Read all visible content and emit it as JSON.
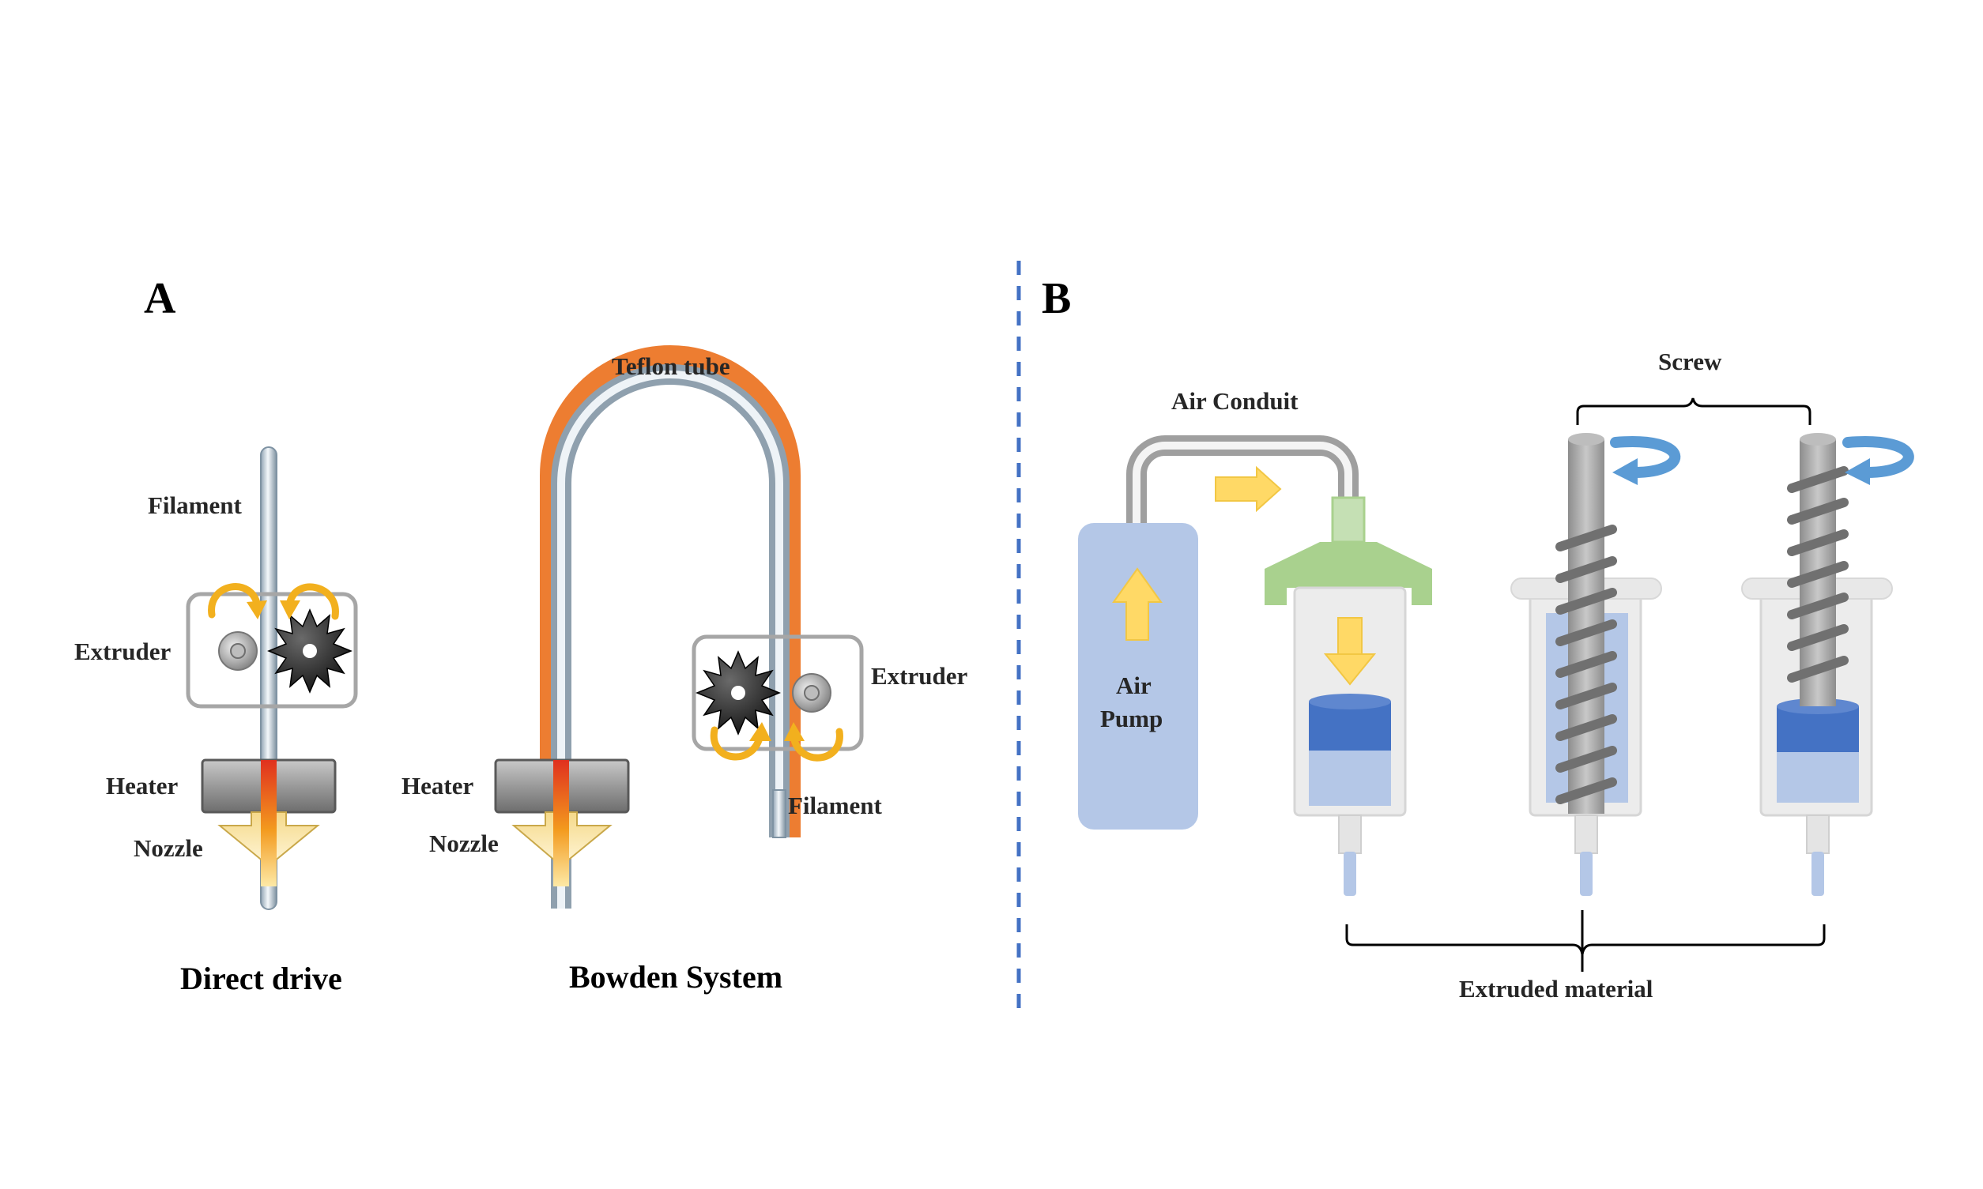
{
  "panel_a": {
    "letter": "A",
    "direct_drive": {
      "filament": "Filament",
      "extruder": "Extruder",
      "heater": "Heater",
      "nozzle": "Nozzle",
      "caption": "Direct drive"
    },
    "bowden": {
      "teflon_tube": "Teflon tube",
      "extruder": "Extruder",
      "heater": "Heater",
      "nozzle": "Nozzle",
      "filament": "Filament",
      "caption": "Bowden System"
    }
  },
  "panel_b": {
    "letter": "B",
    "air_conduit": "Air Conduit",
    "air_pump_line1": "Air",
    "air_pump_line2": "Pump",
    "screw": "Screw",
    "extruded_material": "Extruded material"
  },
  "colors": {
    "divider": "#4472C4",
    "gear_arrow": "#F2B01E",
    "heater_red": "#E0301E",
    "teflon_orange": "#ED7D31",
    "air_pump": "#B4C7E7",
    "piston": "#4472C4",
    "funnel_green": "#A9D18E",
    "rotation_arrow": "#5B9BD5",
    "air_arrow": "#FFD966"
  }
}
